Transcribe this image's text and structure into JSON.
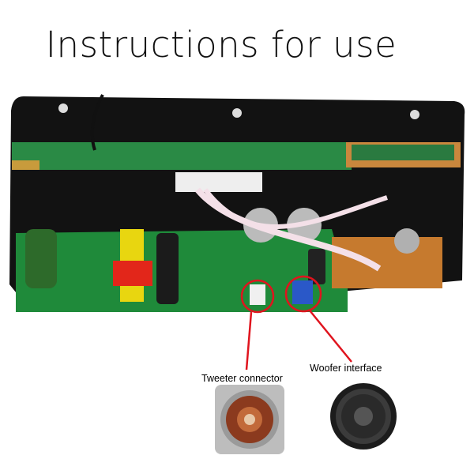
{
  "title": "Instructions for use",
  "labels": {
    "tweeter": "Tweeter connector",
    "woofer": "Woofer interface"
  },
  "colors": {
    "callout": "#e0141e",
    "pcb": "#1f8a3a",
    "plate": "#111111"
  }
}
